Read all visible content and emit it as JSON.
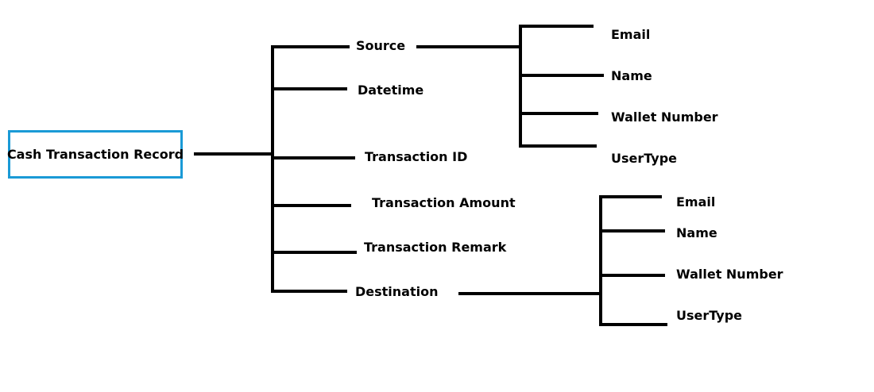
{
  "diagram": {
    "root": "Cash Transaction Record",
    "root_border_color": "#1a9ad6",
    "fields": {
      "source": "Source",
      "datetime": "Datetime",
      "transaction_id": "Transaction ID",
      "transaction_amount": "Transaction Amount",
      "transaction_remark": "Transaction Remark",
      "destination": "Destination"
    },
    "source_children": [
      "Email",
      "Name",
      "Wallet Number",
      "UserType"
    ],
    "destination_children": [
      "Email",
      "Name",
      "Wallet Number",
      "UserType"
    ]
  }
}
